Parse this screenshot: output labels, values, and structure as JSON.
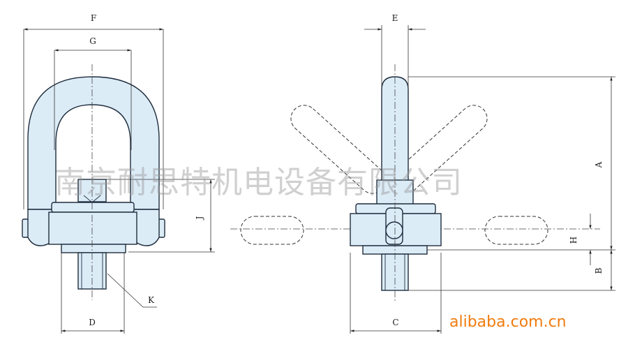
{
  "dimensions": {
    "F": "F",
    "G": "G",
    "J": "J",
    "K": "K",
    "D": "D",
    "E": "E",
    "A": "A",
    "H": "H",
    "B": "B",
    "C": "C"
  },
  "watermark": "南京耐思特机电设备有限公司",
  "brand": "alibaba.com.cn",
  "colors": {
    "part_fill": "#dcecf7",
    "outline": "#1f2d3d",
    "brand": "#f07c10"
  }
}
